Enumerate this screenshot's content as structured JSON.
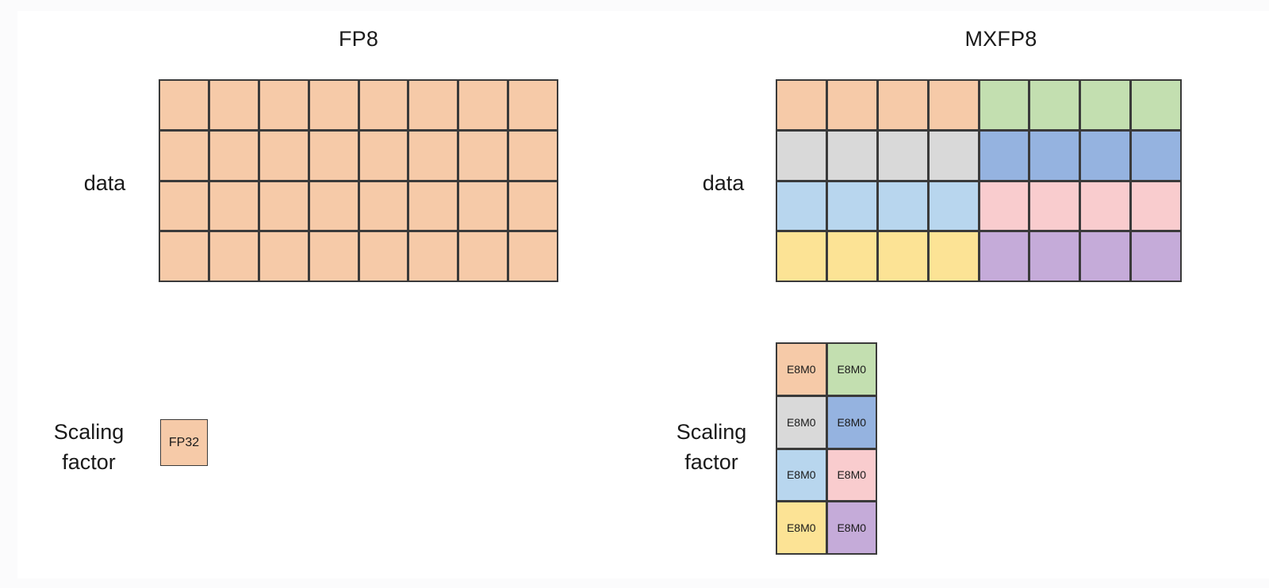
{
  "slide": {
    "background_color": "#ffffff",
    "page_background_color": "#fbfbfc"
  },
  "panels": [
    {
      "id": "fp8",
      "title": "FP8",
      "data_label": "data",
      "scaling_label_line1": "Scaling",
      "scaling_label_line2": "factor",
      "data_grid": {
        "rows": 4,
        "cols": 8,
        "uniform_color": "#f6caa8",
        "description": "single 4x8 tensor tile sharing one scaling factor"
      },
      "scaling_factor": {
        "type": "single-box",
        "label": "FP32",
        "color": "#f6caa8",
        "count": 1
      }
    },
    {
      "id": "mxfp8",
      "title": "MXFP8",
      "data_label": "data",
      "scaling_label_line1": "Scaling",
      "scaling_label_line2": "factor",
      "data_grid": {
        "rows": 4,
        "cols": 8,
        "block_rows": 4,
        "block_cols": 2,
        "block_size": "1x4",
        "block_colors": [
          [
            "#f6caa8",
            "#c3dfb0"
          ],
          [
            "#d9d9d9",
            "#95b3e0"
          ],
          [
            "#b8d6ee",
            "#f9ccce"
          ],
          [
            "#fce395",
            "#c5abd9"
          ]
        ]
      },
      "scaling_factor": {
        "type": "grid",
        "rows": 4,
        "cols": 2,
        "cell_label": "E8M0",
        "colors": [
          [
            "#f6caa8",
            "#c3dfb0"
          ],
          [
            "#d9d9d9",
            "#95b3e0"
          ],
          [
            "#b8d6ee",
            "#f9ccce"
          ],
          [
            "#fce395",
            "#c5abd9"
          ]
        ]
      }
    }
  ],
  "palette": {
    "peach": "#f6caa8",
    "green": "#c3dfb0",
    "grey": "#d9d9d9",
    "blue_medium": "#95b3e0",
    "blue_light": "#b8d6ee",
    "pink": "#f9ccce",
    "yellow": "#fce395",
    "purple": "#c5abd9",
    "stroke": "#3a3a3a",
    "text": "#1a1a1a"
  }
}
